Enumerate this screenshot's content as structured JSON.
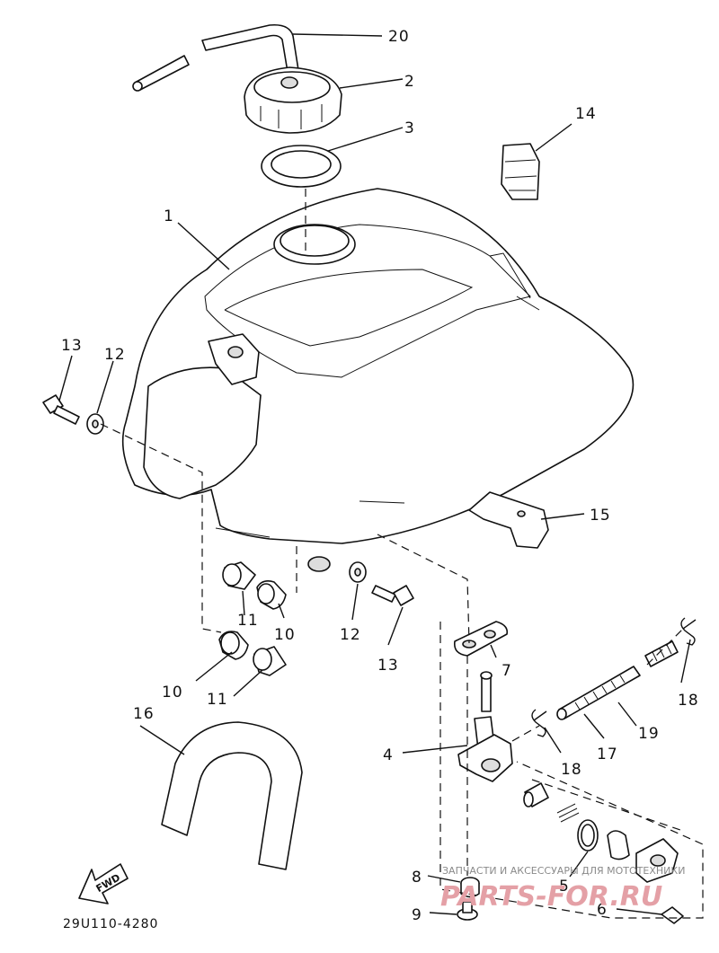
{
  "diagram": {
    "callouts": {
      "c1": "1",
      "c2": "2",
      "c3": "3",
      "c4": "4",
      "c5": "5",
      "c6": "6",
      "c7": "7",
      "c8": "8",
      "c9": "9",
      "c10a": "10",
      "c10b": "10",
      "c11a": "11",
      "c11b": "11",
      "c12a": "12",
      "c12b": "12",
      "c13a": "13",
      "c13b": "13",
      "c14": "14",
      "c15": "15",
      "c16": "16",
      "c17": "17",
      "c18a": "18",
      "c18b": "18",
      "c19": "19",
      "c20": "20"
    },
    "fwd_label": "FWD",
    "drawing_code": "29U110-4280"
  },
  "watermark": {
    "caption": "ЗАПЧАСТИ И АКСЕССУАРЫ ДЛЯ МОТОТЕХНИКИ",
    "logo": "PARTS-FOR.RU"
  }
}
